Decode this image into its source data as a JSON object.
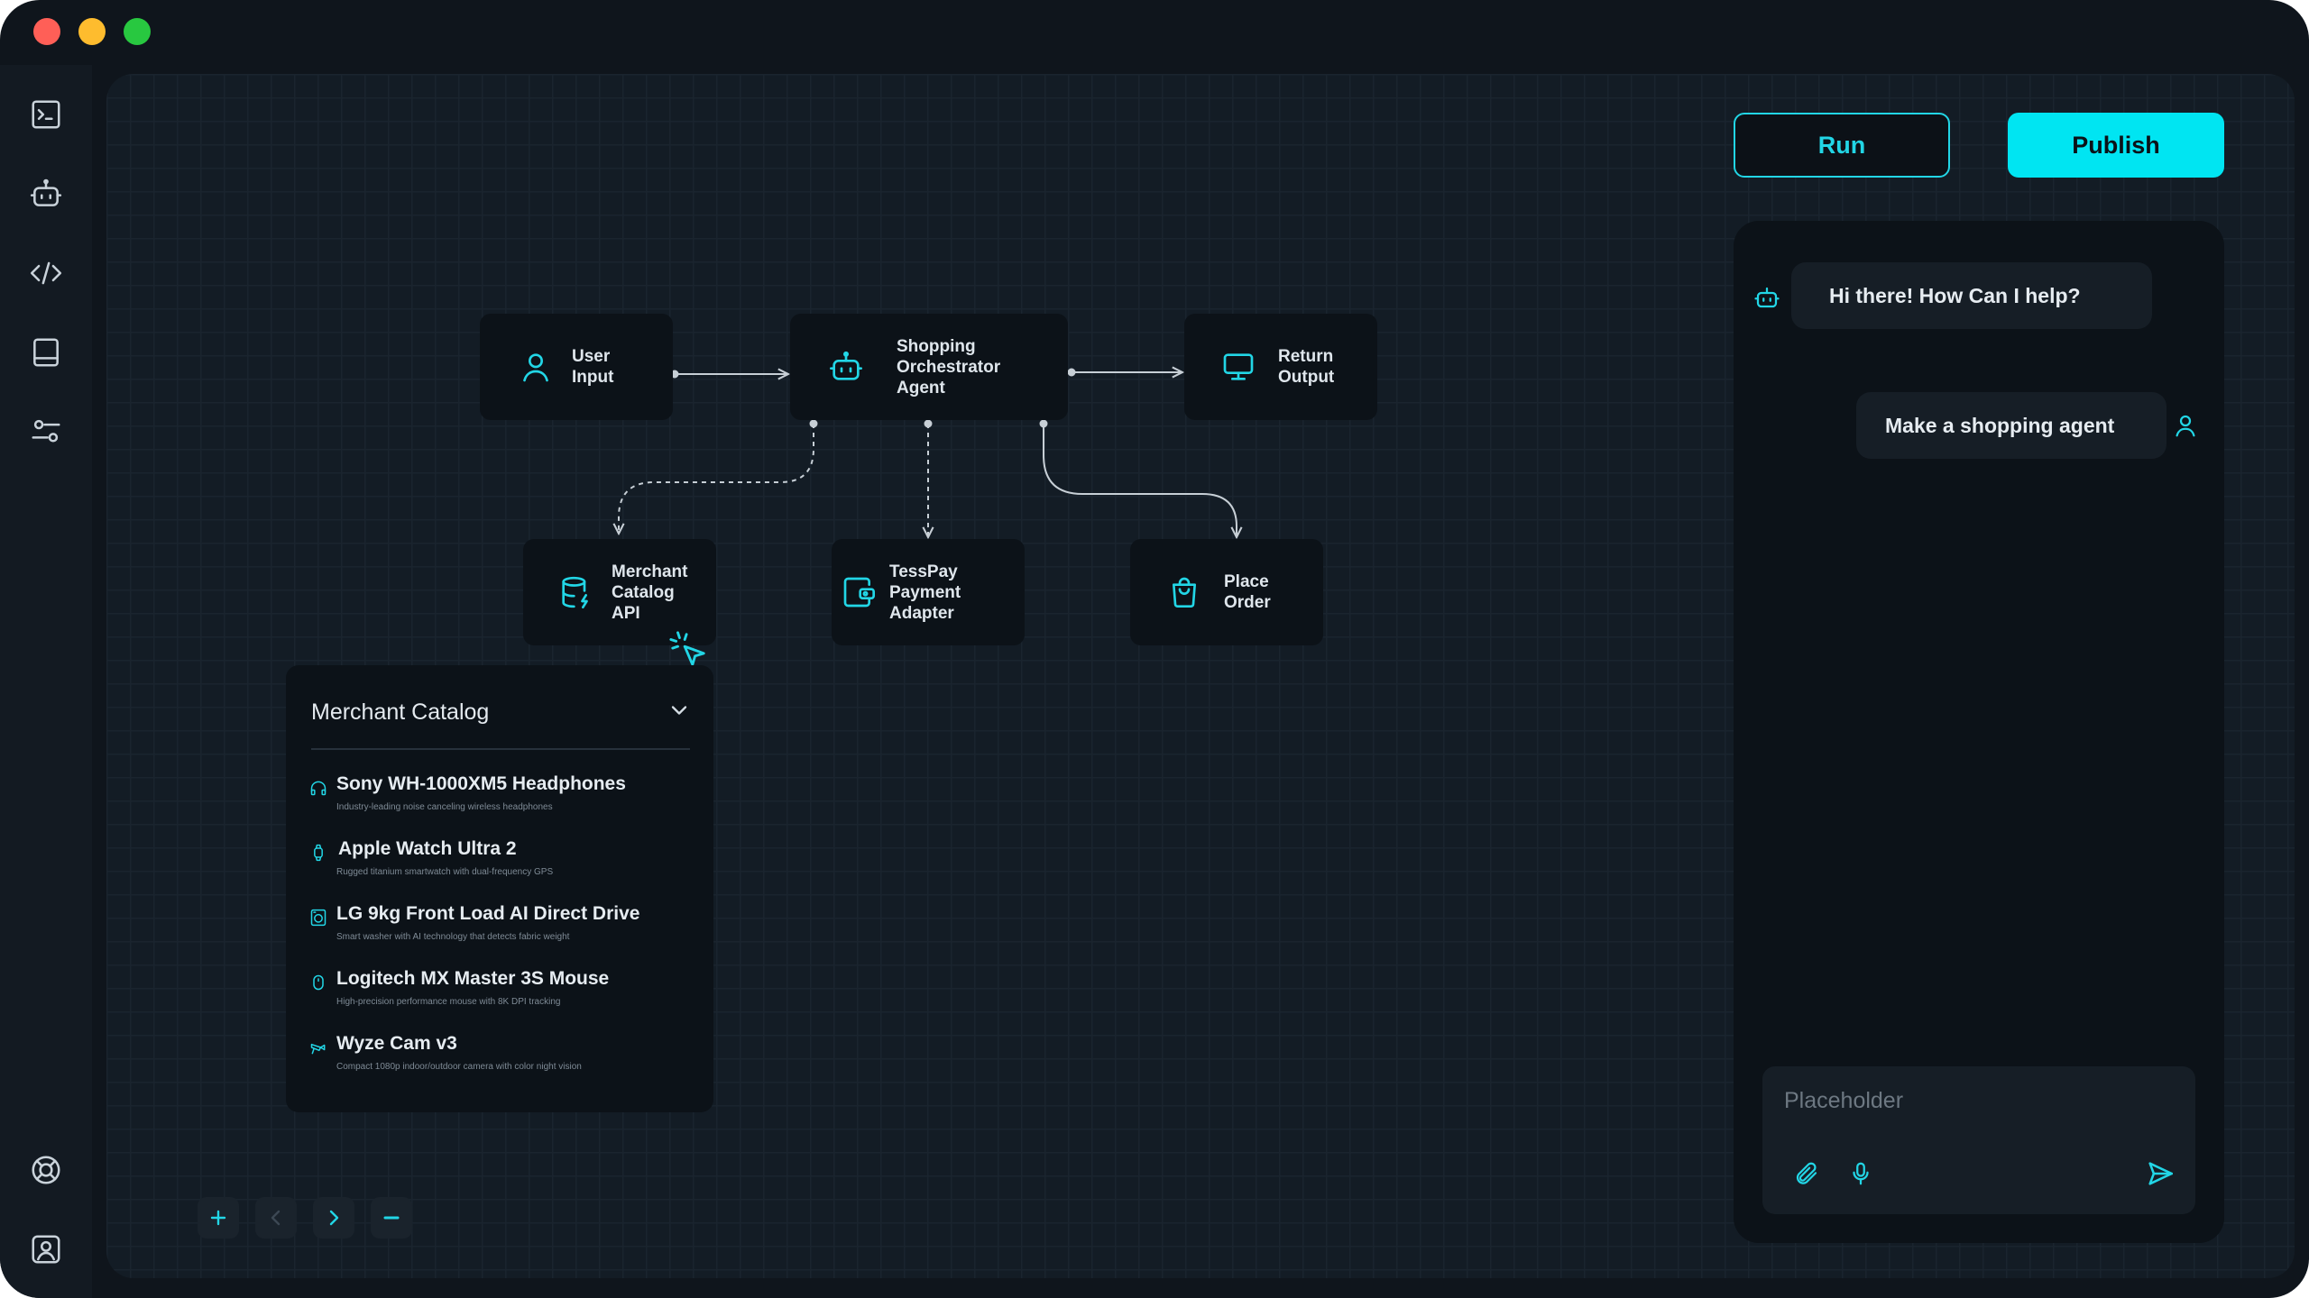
{
  "toolbar": {
    "run_label": "Run",
    "publish_label": "Publish"
  },
  "colors": {
    "accent": "#00e5f2",
    "background": "#0f151c",
    "node": "#0c1218"
  },
  "sidebar": {
    "top_icons": [
      "terminal-icon",
      "robot-icon",
      "code-icon",
      "book-icon",
      "settings-sliders-icon"
    ],
    "bottom_icons": [
      "help-lifebuoy-icon",
      "profile-icon"
    ]
  },
  "nodes": {
    "user_input": {
      "label_1": "User",
      "label_2": "Input",
      "icon": "user-icon"
    },
    "orchestrator": {
      "label_1": "Shopping",
      "label_2": "Orchestrator",
      "label_3": "Agent",
      "icon": "robot-icon"
    },
    "return_output": {
      "label_1": "Return",
      "label_2": "Output",
      "icon": "monitor-icon"
    },
    "merchant_api": {
      "label_1": "Merchant",
      "label_2": "Catalog",
      "label_3": "API",
      "icon": "database-icon"
    },
    "tesspay": {
      "label_1": "TessPay",
      "label_2": "Payment",
      "label_3": "Adapter",
      "icon": "wallet-icon"
    },
    "place_order": {
      "label_1": "Place",
      "label_2": "Order",
      "icon": "shopping-bag-icon"
    }
  },
  "catalog": {
    "title": "Merchant Catalog",
    "items": [
      {
        "name": "Sony WH-1000XM5 Headphones",
        "desc": "Industry-leading noise canceling wireless headphones",
        "icon": "headphones-icon"
      },
      {
        "name": "Apple Watch Ultra 2",
        "desc": "Rugged titanium smartwatch with dual-frequency GPS",
        "icon": "watch-icon"
      },
      {
        "name": "LG 9kg Front Load AI Direct Drive",
        "desc": "Smart washer with AI technology that detects fabric weight",
        "icon": "washer-icon"
      },
      {
        "name": "Logitech MX Master 3S Mouse",
        "desc": "High-precision performance mouse with 8K DPI tracking",
        "icon": "mouse-icon"
      },
      {
        "name": "Wyze Cam v3",
        "desc": "Compact 1080p indoor/outdoor camera with color night vision",
        "icon": "camera-icon"
      }
    ]
  },
  "zoom_controls": [
    "plus-icon",
    "chevron-left-icon",
    "chevron-right-icon",
    "minus-icon"
  ],
  "chat": {
    "messages": [
      {
        "role": "agent",
        "text": "Hi there! How Can I help?"
      },
      {
        "role": "user",
        "text": "Make a shopping agent"
      }
    ],
    "input_placeholder": "Placeholder",
    "input_icons": [
      "paperclip-icon",
      "microphone-icon",
      "send-icon"
    ]
  }
}
